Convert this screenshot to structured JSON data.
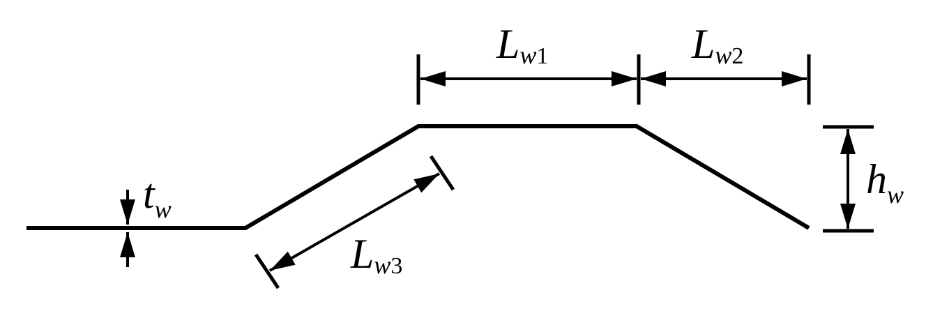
{
  "labels": {
    "lw1": {
      "main": "L",
      "sub": "w",
      "num": "1"
    },
    "lw2": {
      "main": "L",
      "sub": "w",
      "num": "2"
    },
    "lw3": {
      "main": "L",
      "sub": "w",
      "num": "3"
    },
    "hw": {
      "main": "h",
      "sub": "w"
    },
    "tw": {
      "main": "t",
      "sub": "w"
    }
  }
}
